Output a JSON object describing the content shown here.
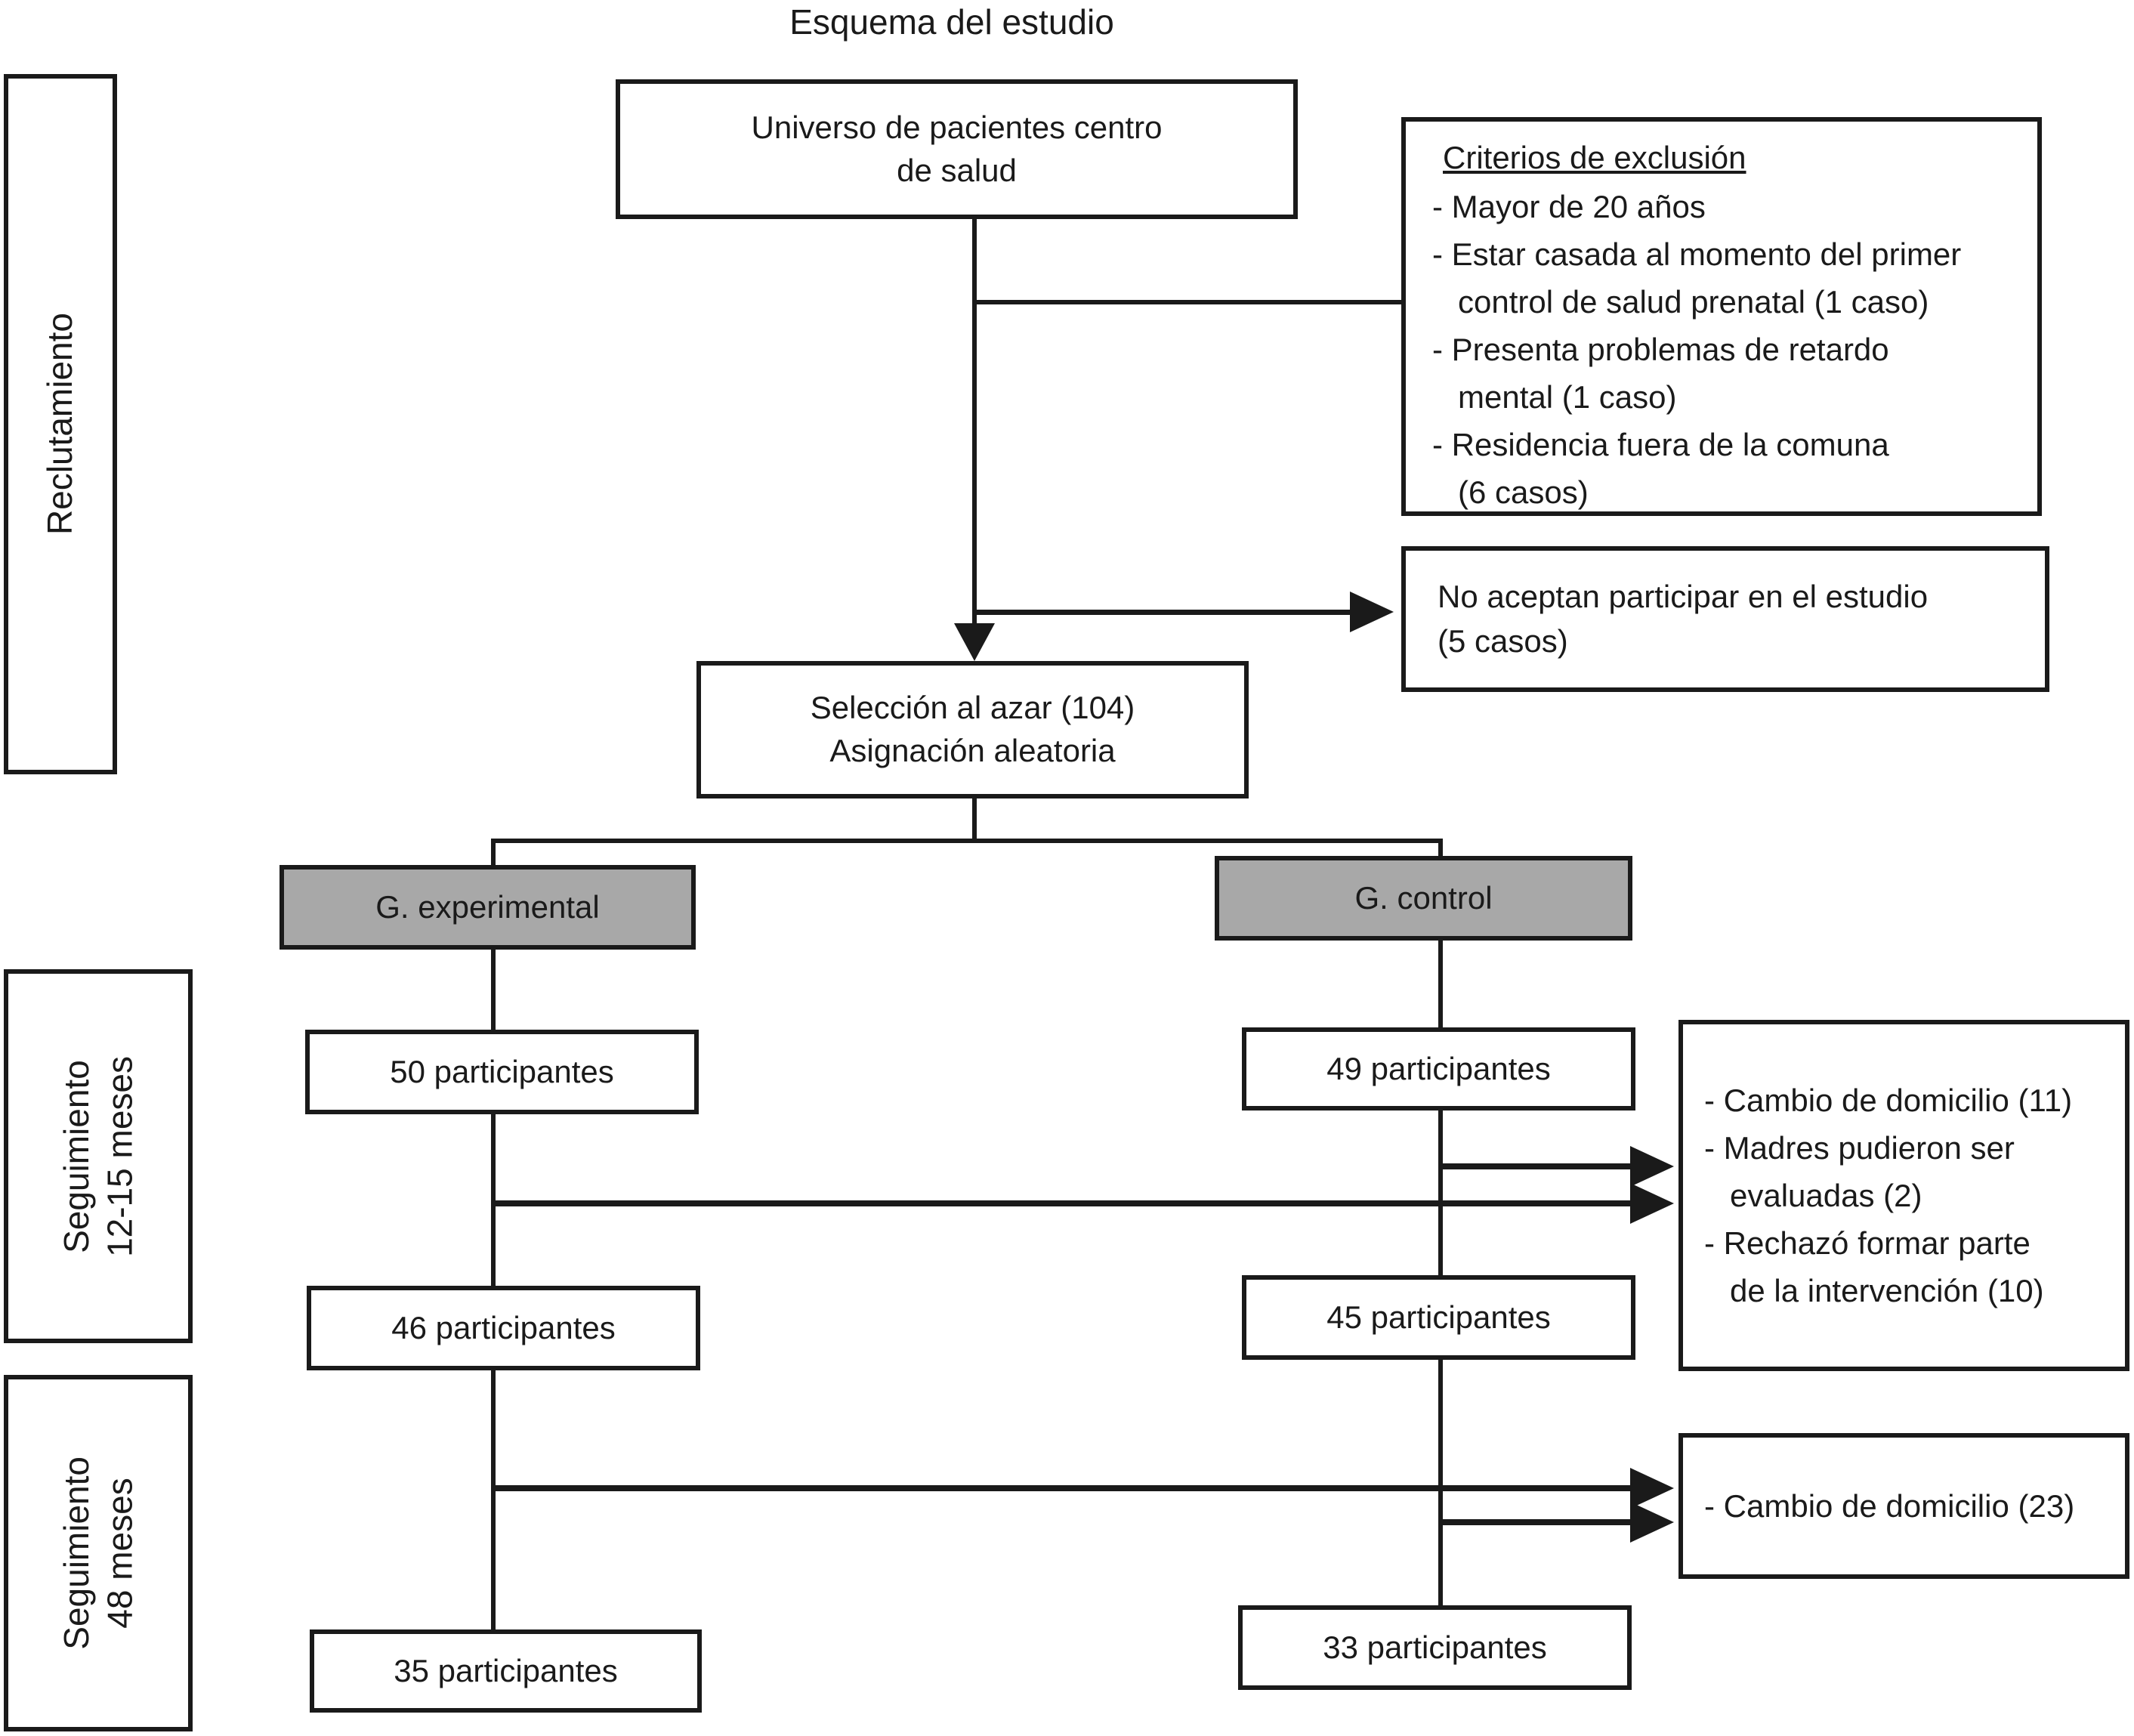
{
  "title": "Esquema del estudio",
  "colors": {
    "box_border": "#1a1a1a",
    "group_box_fill": "#a8a8a8",
    "background": "#ffffff"
  },
  "sidebar": {
    "recruitment": {
      "label": "Reclutamiento"
    },
    "followup_12_15": {
      "line1": "Seguimiento",
      "line2": "12-15 meses"
    },
    "followup_48": {
      "line1": "Seguimiento",
      "line2": "48 meses"
    }
  },
  "flow": {
    "universe": {
      "lines": [
        "Universo de pacientes centro",
        "de salud"
      ]
    },
    "exclusion": {
      "title": "Criterios de exclusión",
      "items": [
        [
          "- Mayor de 20 años"
        ],
        [
          "- Estar casada al momento del primer",
          "control de salud prenatal (1 caso)"
        ],
        [
          "- Presenta problemas de retardo",
          "mental (1 caso)"
        ],
        [
          "- Residencia fuera de la comuna",
          "(6 casos)"
        ]
      ]
    },
    "no_accept": {
      "lines": [
        "No aceptan participar en el estudio",
        "(5 casos)"
      ]
    },
    "selection": {
      "lines": [
        "Selección al azar (104)",
        "Asignación aleatoria"
      ]
    },
    "experimental": {
      "label": "G. experimental",
      "counts": [
        "50 participantes",
        "46 participantes",
        "35 participantes"
      ]
    },
    "control": {
      "label": "G. control",
      "counts": [
        "49 participantes",
        "45 participantes",
        "33 participantes"
      ]
    },
    "dropout_12_15": {
      "items": [
        [
          "- Cambio de domicilio (11)"
        ],
        [
          "- Madres pudieron ser",
          "evaluadas (2)"
        ],
        [
          "- Rechazó formar parte",
          "de la intervención (10)"
        ]
      ]
    },
    "dropout_48": {
      "items": [
        [
          "- Cambio de domicilio (23)"
        ]
      ]
    }
  }
}
